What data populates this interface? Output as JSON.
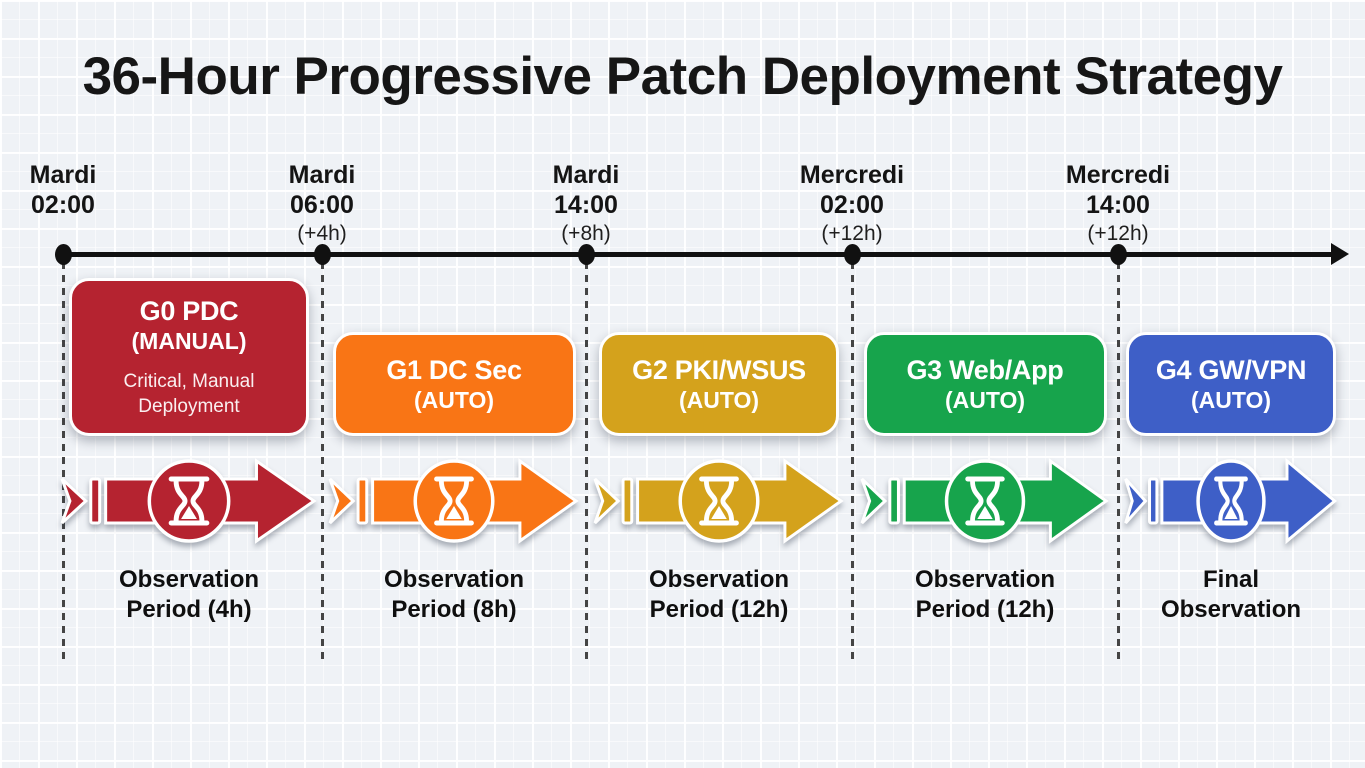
{
  "title": "36-Hour Progressive Patch Deployment Strategy",
  "background_color": "#EFF2F6",
  "timeline": {
    "axis_color": "#111111",
    "dash_line_color": "#454545",
    "markers": [
      {
        "day": "Mardi",
        "time": "02:00",
        "offset": ""
      },
      {
        "day": "Mardi",
        "time": "06:00",
        "offset": "(+4h)"
      },
      {
        "day": "Mardi",
        "time": "14:00",
        "offset": "(+8h)"
      },
      {
        "day": "Mercredi",
        "time": "02:00",
        "offset": "(+12h)"
      },
      {
        "day": "Mercredi",
        "time": "14:00",
        "offset": "(+12h)"
      }
    ]
  },
  "groups": [
    {
      "title_line1": "G0 PDC",
      "title_line2": "(MANUAL)",
      "subtitle_line1": "Critical, Manual",
      "subtitle_line2": "Deployment",
      "color": "#B52330",
      "icon": "hourglass",
      "obs_line1": "Observation",
      "obs_line2": "Period (4h)"
    },
    {
      "title_line1": "G1 DC Sec",
      "title_line2": "(AUTO)",
      "color": "#F97515",
      "icon": "hourglass",
      "obs_line1": "Observation",
      "obs_line2": "Period (8h)"
    },
    {
      "title_line1": "G2 PKI/WSUS",
      "title_line2": "(AUTO)",
      "color": "#D4A21C",
      "icon": "hourglass",
      "obs_line1": "Observation",
      "obs_line2": "Period (12h)"
    },
    {
      "title_line1": "G3 Web/App",
      "title_line2": "(AUTO)",
      "color": "#17A44C",
      "icon": "hourglass",
      "obs_line1": "Observation",
      "obs_line2": "Period (12h)"
    },
    {
      "title_line1": "G4 GW/VPN",
      "title_line2": "(AUTO)",
      "color": "#3E5FC7",
      "icon": "hourglass",
      "obs_line1": "Final",
      "obs_line2": "Observation"
    }
  ]
}
